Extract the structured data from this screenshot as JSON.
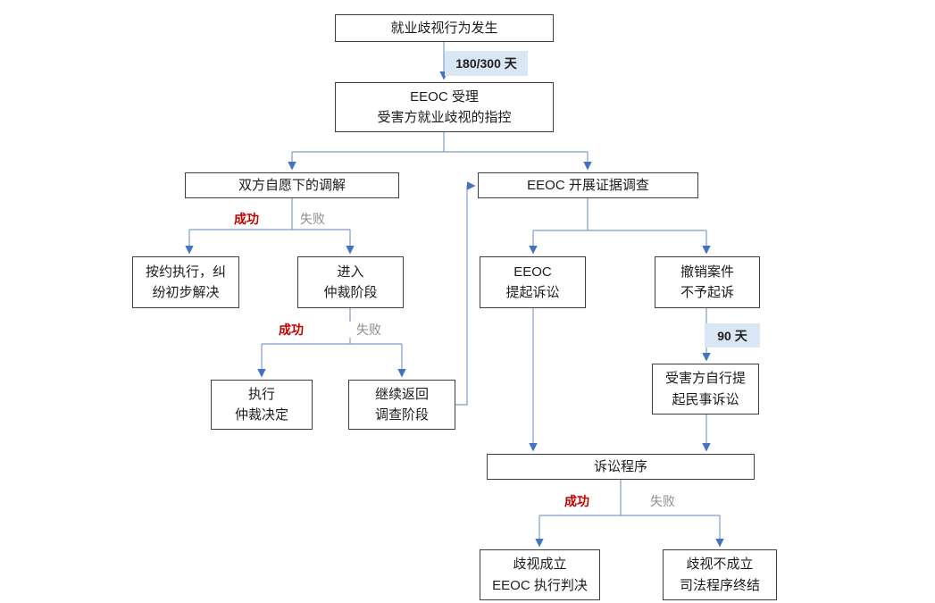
{
  "diagram": {
    "title": "EEOC employment discrimination complaint process flowchart",
    "nodes": {
      "start": {
        "label": "就业歧视行为发生"
      },
      "eeoc_accept": {
        "label": "EEOC 受理\n受害方就业歧视的指控"
      },
      "mediation": {
        "label": "双方自愿下的调解"
      },
      "investigation": {
        "label": "EEOC 开展证据调查"
      },
      "settled": {
        "label": "按约执行，纠\n纷初步解决"
      },
      "arbitration": {
        "label": "进入\n仲裁阶段"
      },
      "enforce_award": {
        "label": "执行\n仲裁决定"
      },
      "back_to_investigation": {
        "label": "继续返回\n调查阶段"
      },
      "eeoc_sue": {
        "label": "EEOC\n提起诉讼"
      },
      "dismiss_case": {
        "label": "撤销案件\n不予起诉"
      },
      "victim_sue": {
        "label": "受害方自行提\n起民事诉讼"
      },
      "litigation": {
        "label": "诉讼程序"
      },
      "discrimination_upheld": {
        "label": "歧视成立\nEEOC 执行判决"
      },
      "discrimination_rejected": {
        "label": "歧视不成立\n司法程序终结"
      }
    },
    "edge_labels": {
      "deadline_180_300": "180/300 天",
      "deadline_90": "90 天",
      "success": "成功",
      "failure": "失败"
    },
    "colors": {
      "connector_line": "#7d9cc8",
      "arrowhead": "#4472c4",
      "success_text": "#c00000",
      "failure_text": "#8c8c8c",
      "deadline_badge_bg": "#d9e6f4",
      "box_border": "#3f3f3f",
      "box_bg": "#ffffff"
    }
  }
}
